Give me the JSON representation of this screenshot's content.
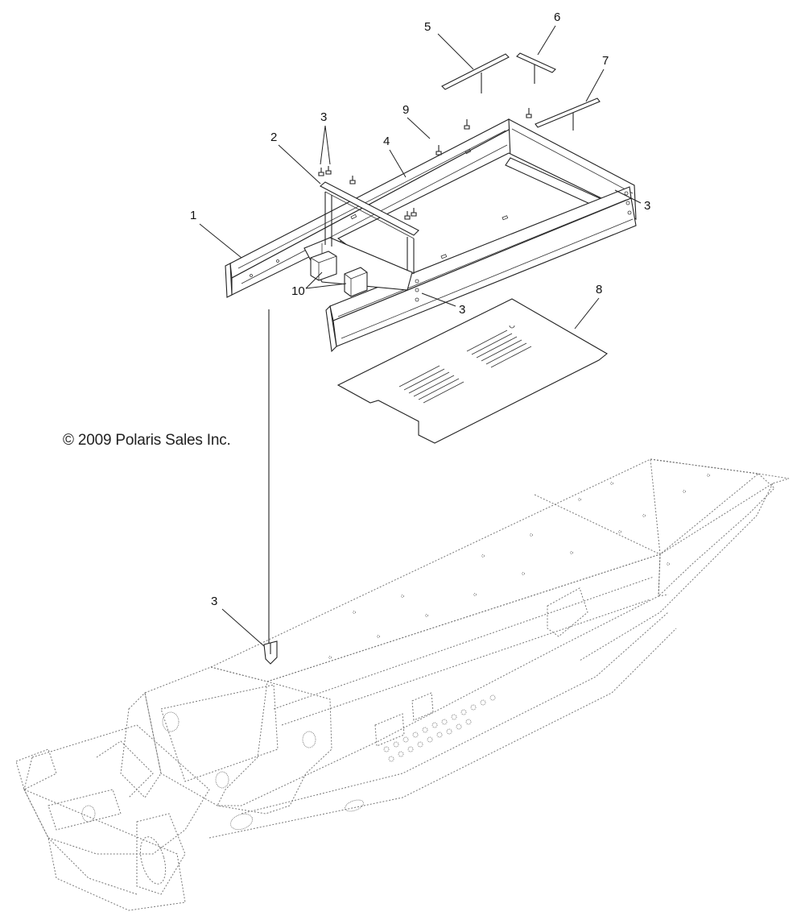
{
  "copyright": "© 2009 Polaris Sales Inc.",
  "callouts": {
    "c1": "1",
    "c2": "2",
    "c3a": "3",
    "c3b": "3",
    "c3c": "3",
    "c3d": "3",
    "c4": "4",
    "c5": "5",
    "c6": "6",
    "c7": "7",
    "c8": "8",
    "c9": "9",
    "c10": "10"
  }
}
